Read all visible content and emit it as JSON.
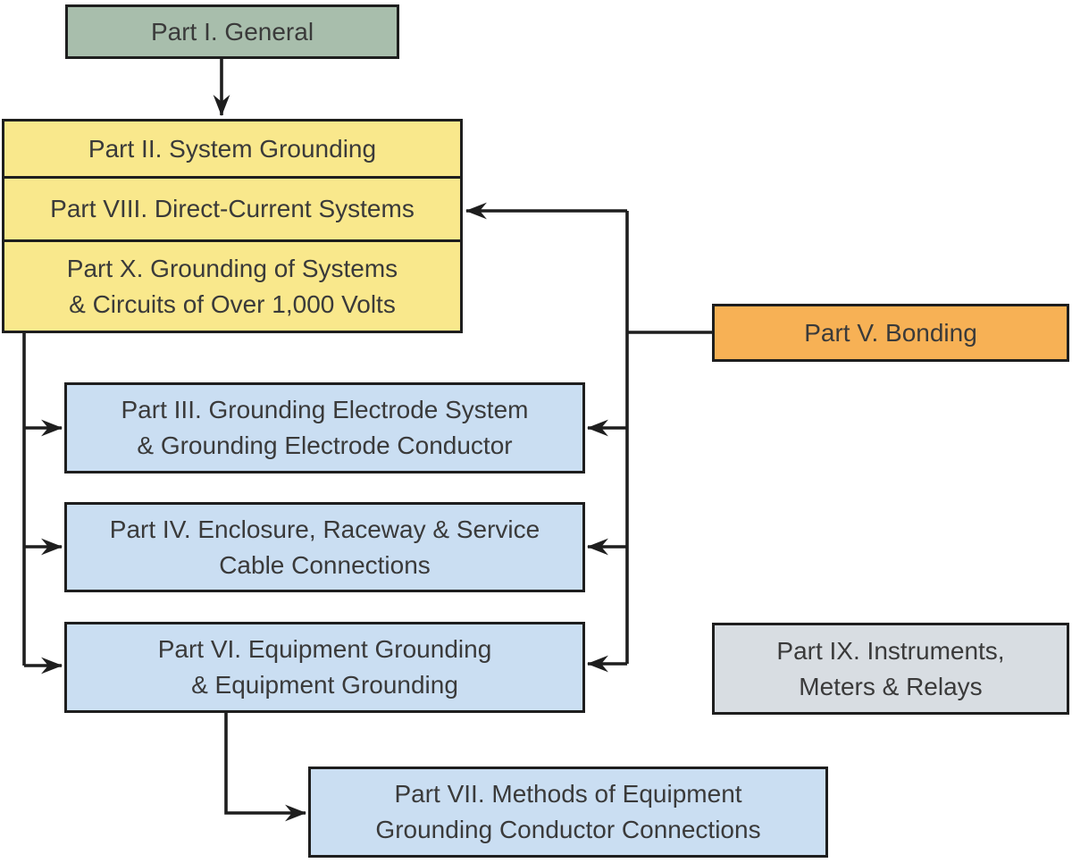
{
  "diagram": {
    "subject": "Article 250 parts flow diagram",
    "nodes": {
      "part1": {
        "label": "Part I. General"
      },
      "part2": {
        "label": "Part II. System Grounding"
      },
      "part8": {
        "label": "Part VIII. Direct-Current Systems"
      },
      "part10": {
        "label": "Part X. Grounding of Systems\n& Circuits of Over 1,000 Volts"
      },
      "part5": {
        "label": "Part V. Bonding"
      },
      "part3": {
        "label": "Part III. Grounding Electrode System\n& Grounding Electrode Conductor"
      },
      "part4": {
        "label": "Part IV. Enclosure, Raceway & Service\nCable Connections"
      },
      "part6": {
        "label": "Part VI. Equipment Grounding\n& Equipment Grounding"
      },
      "part9": {
        "label": "Part IX. Instruments,\nMeters & Relays"
      },
      "part7": {
        "label": "Part VII. Methods of Equipment\nGrounding Conductor Connections"
      }
    },
    "palette": {
      "general_green": "#a8beac",
      "grounding_yellow": "#f9e88c",
      "bonding_orange": "#f7b155",
      "detail_blue": "#cadef2",
      "instruments_gray": "#d8dde2",
      "line_black": "#1e1e1e",
      "text_dark": "#3a3a3a"
    }
  }
}
